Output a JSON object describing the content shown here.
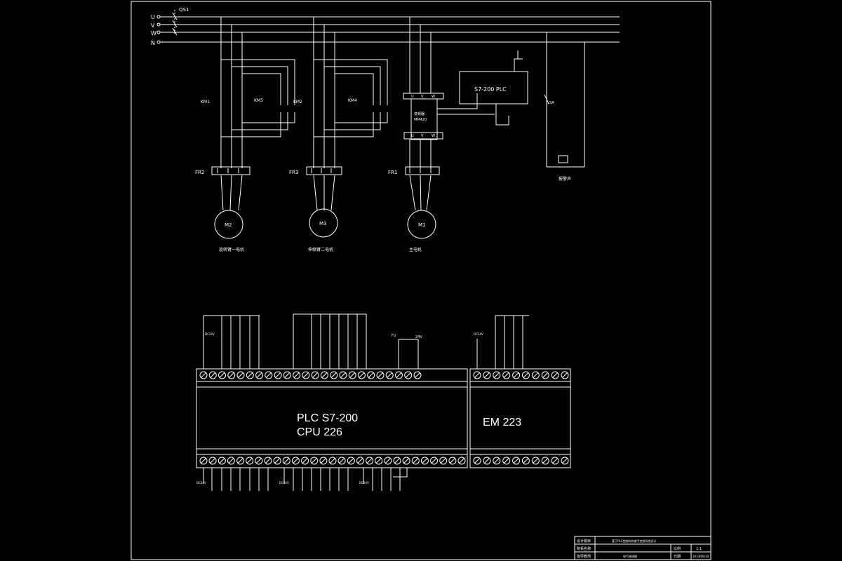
{
  "power": {
    "breaker": "QS1",
    "phases": [
      "U",
      "V",
      "W",
      "N"
    ]
  },
  "motors": [
    {
      "contactor_a": "KM1",
      "contactor_b": "KM5",
      "contactor_c": "KM2",
      "relay": "FR2",
      "motor": "M2",
      "caption": "旋转臂一电机"
    },
    {
      "contactor_a": "",
      "contactor_b": "KM4",
      "contactor_c": "",
      "relay": "FR3",
      "motor": "M3",
      "caption": "伸缩臂二电机"
    },
    {
      "contactor_a": "",
      "contactor_b": "",
      "contactor_c": "",
      "relay": "FR1",
      "motor": "M1",
      "caption": "主电机"
    }
  ],
  "inverter": {
    "name": "变频器",
    "model": "MM420",
    "in_terminals": [
      "U",
      "V",
      "W"
    ],
    "out_terminals": [
      "U",
      "V",
      "W"
    ]
  },
  "plc_box": {
    "label": "S7-200 PLC"
  },
  "alarm": {
    "switch": "SA",
    "caption": "报警声"
  },
  "plc": {
    "line1": "PLC  S7-200",
    "line2": "CPU  226"
  },
  "em": {
    "label": "EM 223"
  },
  "misc": {
    "fu": "FU",
    "v24": "24V",
    "dc24v": "DC24V"
  },
  "titleblock": {
    "r1c1": "设计题目",
    "r1c2": "基于PLC控制的机械手控制系统设计",
    "r2c1": "院系名称",
    "r2c3": "比例",
    "r2c4": "1:1",
    "r3c1": "指导教师",
    "r3c2": "电气原理图",
    "r3c3": "日期",
    "r3c4": "2013/06/10"
  }
}
